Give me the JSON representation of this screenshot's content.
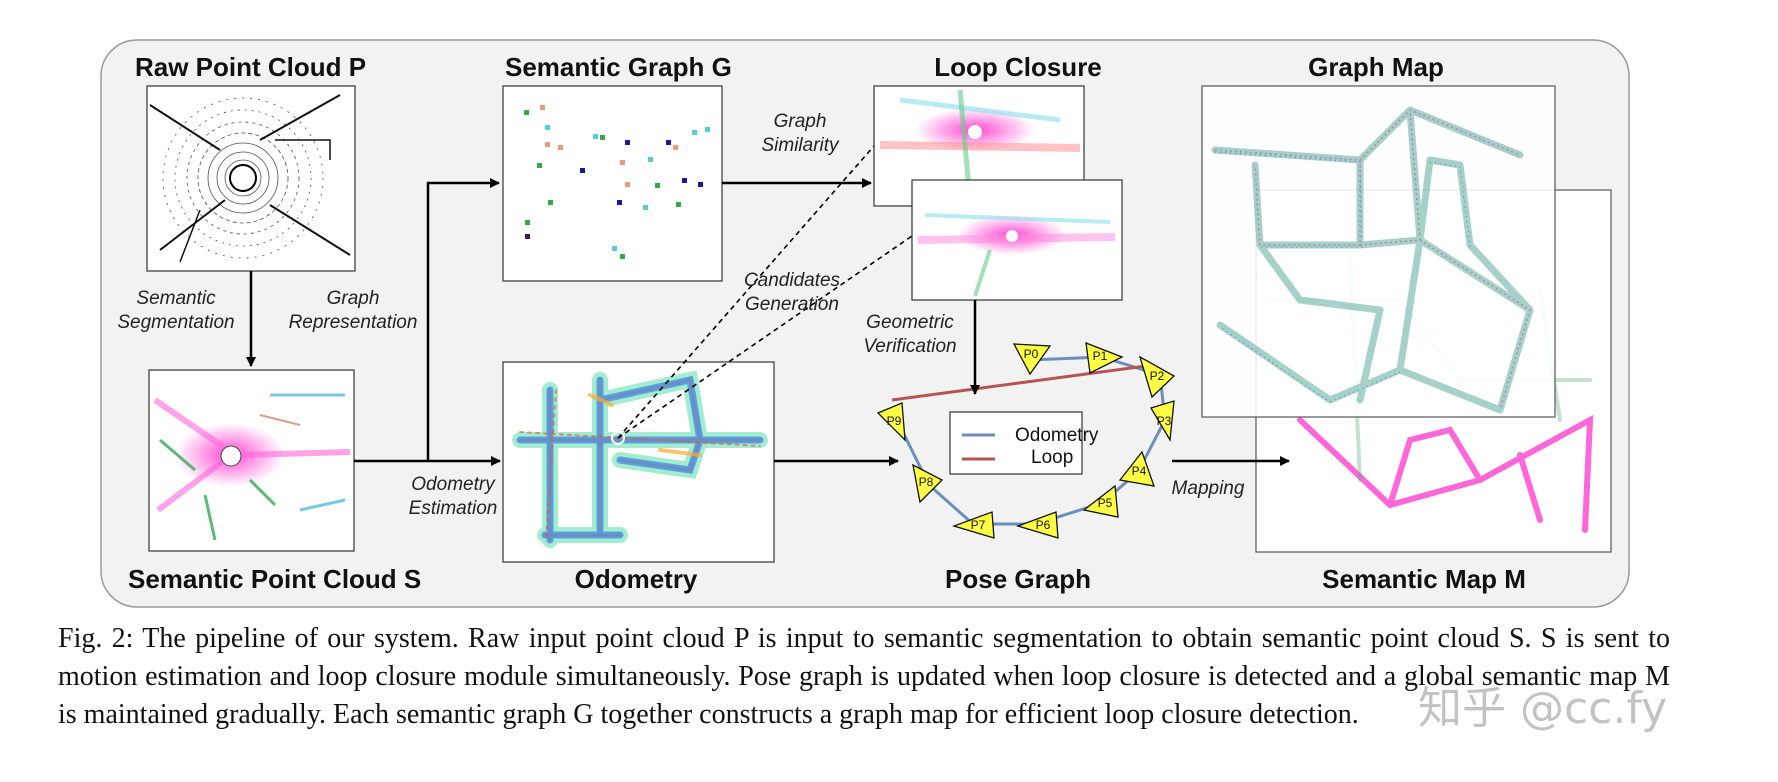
{
  "panels": {
    "raw_point_cloud": "Raw Point Cloud  P",
    "semantic_graph": "Semantic Graph G",
    "loop_closure": "Loop Closure",
    "graph_map": "Graph Map",
    "semantic_point_cloud": "Semantic Point Cloud  S",
    "odometry": "Odometry",
    "pose_graph": "Pose Graph",
    "semantic_map": "Semantic Map M"
  },
  "steps": {
    "semantic_segmentation": [
      "Semantic",
      "Segmentation"
    ],
    "graph_representation": [
      "Graph",
      "Representation"
    ],
    "graph_similarity": [
      "Graph",
      "Similarity"
    ],
    "candidates_generation": [
      "Candidates",
      "Generation"
    ],
    "geometric_verification": [
      "Geometric",
      "Verification"
    ],
    "odometry_estimation": [
      "Odometry",
      "Estimation"
    ],
    "mapping": "Mapping"
  },
  "pose_nodes": [
    "P0",
    "P1",
    "P2",
    "P3",
    "P4",
    "P5",
    "P6",
    "P7",
    "P8",
    "P9"
  ],
  "legend": {
    "odometry": "Odometry",
    "loop": "Loop"
  },
  "colors": {
    "odometry_line": "#6c8ebf",
    "loop_line": "#b85450",
    "pose_fill": "#ffff44",
    "container_bg": "#f2f2f2",
    "semantic_magenta": "#ff33cc"
  },
  "caption": "Fig. 2: The pipeline of our system. Raw input point cloud P is input to semantic segmentation to obtain semantic point cloud S. S is sent to motion estimation and loop closure module simultaneously. Pose graph is updated when loop closure is detected and a global semantic map M is maintained gradually. Each semantic graph G together constructs a graph map for efficient loop closure detection.",
  "watermark": "知乎 @cc.fy"
}
